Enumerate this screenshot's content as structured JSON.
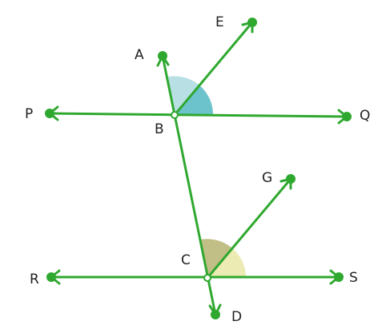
{
  "points": {
    "A": "A",
    "B": "B",
    "C": "C",
    "D": "D",
    "E": "E",
    "G": "G",
    "P": "P",
    "Q": "Q",
    "R": "R",
    "S": "S"
  },
  "colors": {
    "line": "#2fa82f",
    "angle_b_light": "#b8e0e4",
    "angle_b_dark": "#6cc3cc",
    "angle_c_dark": "#c2bf86",
    "angle_c_light": "#ecebb4"
  }
}
